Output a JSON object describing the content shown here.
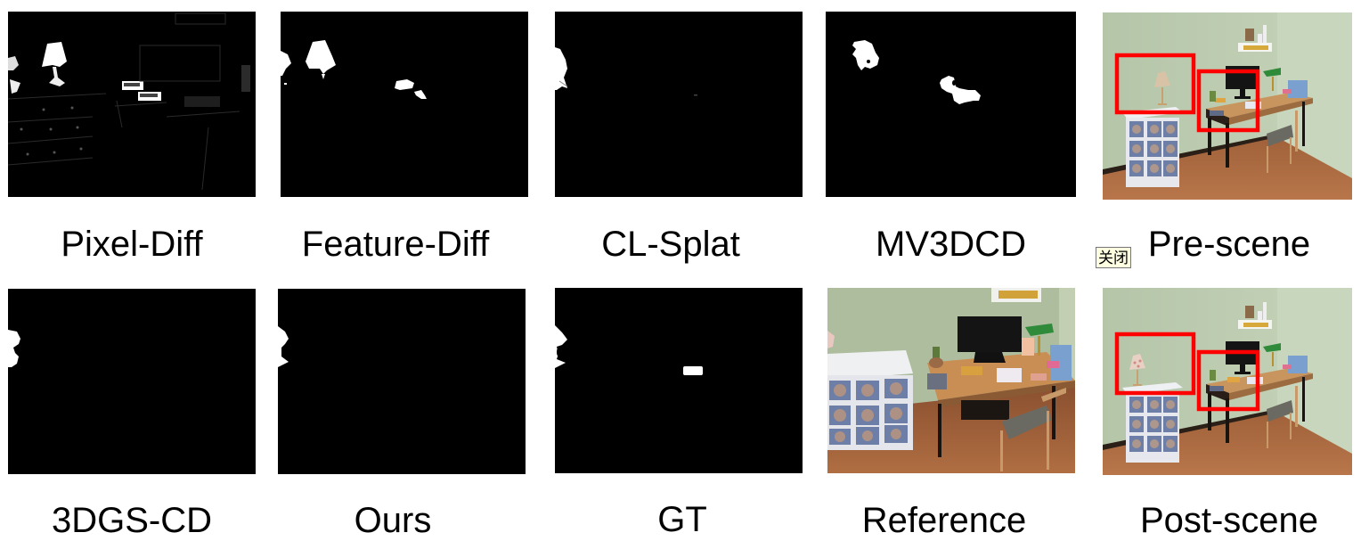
{
  "figure": {
    "rows": [
      {
        "panels": [
          {
            "id": "pixel-diff",
            "label": "Pixel-Diff",
            "kind": "mask"
          },
          {
            "id": "feature-diff",
            "label": "Feature-Diff",
            "kind": "mask"
          },
          {
            "id": "cl-splat",
            "label": "CL-Splat",
            "kind": "mask"
          },
          {
            "id": "mv3dcd",
            "label": "MV3DCD",
            "kind": "mask"
          },
          {
            "id": "pre-scene",
            "label": "Pre-scene",
            "kind": "render"
          }
        ]
      },
      {
        "panels": [
          {
            "id": "3dgs-cd",
            "label": "3DGS-CD",
            "kind": "mask"
          },
          {
            "id": "ours",
            "label": "Ours",
            "kind": "mask"
          },
          {
            "id": "gt",
            "label": "GT",
            "kind": "mask"
          },
          {
            "id": "reference",
            "label": "Reference",
            "kind": "render"
          },
          {
            "id": "post-scene",
            "label": "Post-scene",
            "kind": "render"
          }
        ]
      }
    ],
    "highlight_color": "#ff0000",
    "mask_background": "#000000",
    "mask_foreground": "#ffffff"
  },
  "overlay": {
    "close_tooltip": "关闭"
  }
}
